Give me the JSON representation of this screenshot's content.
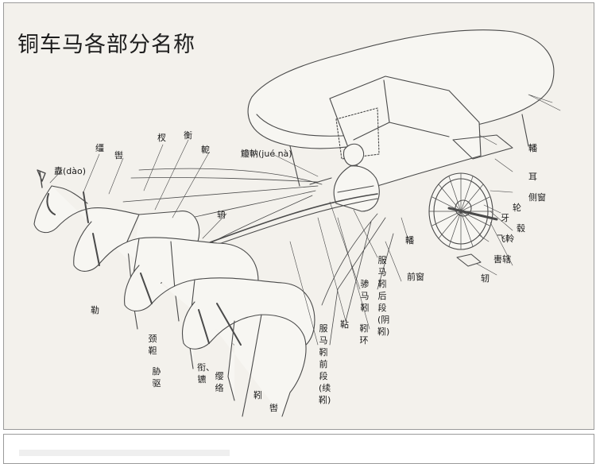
{
  "title": "铜车马各部分名称",
  "labels": {
    "dao": "纛(dào)",
    "jiang": "缰",
    "cheng": "辔",
    "cha": "杈",
    "heng": "衡",
    "e": "軶",
    "juena": "觼軜(jué nà)",
    "zhou": "辀",
    "le": "勒",
    "jingtuo": "颈靼",
    "xiequ": "胁驱",
    "xianbiao": "衔、镳",
    "yingluo": "缨络",
    "yin": "靷",
    "cheng2": "辔",
    "xiantuan": "䩞",
    "fuma_houduan": "服马靷后段(阴靷)",
    "canma_yin": "骖马靷",
    "yinhuan": "靷环",
    "fuma_qianduan": "服马靷前段(续靷)",
    "fan": "轓",
    "qianchuang": "前窗",
    "fan2": "轓",
    "er": "耳",
    "cechuang": "侧窗",
    "lun": "轮",
    "ya": "牙",
    "gu": "毂",
    "feiling": "飞軨",
    "wei_xia": "軎辖",
    "ren": "轫"
  }
}
